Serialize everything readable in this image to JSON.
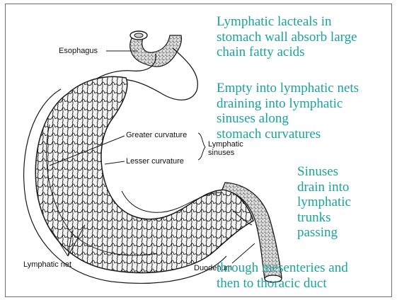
{
  "diagram": {
    "labels": {
      "esophagus": "Esophagus",
      "greater_curvature": "Greater curvature",
      "lesser_curvature": "Lesser curvature",
      "lymphatic_sinuses": "Lymphatic\nsinuses",
      "lymphatic_net": "Lymphatic net",
      "duodenum": "Duodenum"
    }
  },
  "callouts": {
    "lacteals": "Lymphatic lacteals in\nstomach wall absorb large\nchain fatty acids",
    "nets": "Empty into lymphatic nets\ndraining into lymphatic\nsinuses along\nstomach curvatures",
    "sinuses": "Sinuses\ndrain into\nlymphatic\ntrunks\npassing",
    "mesenteries": "through mesenteries and\nthen to thoracic duct"
  },
  "colors": {
    "callout_text": "#1aa39a",
    "line_art": "#1a1a1a"
  }
}
